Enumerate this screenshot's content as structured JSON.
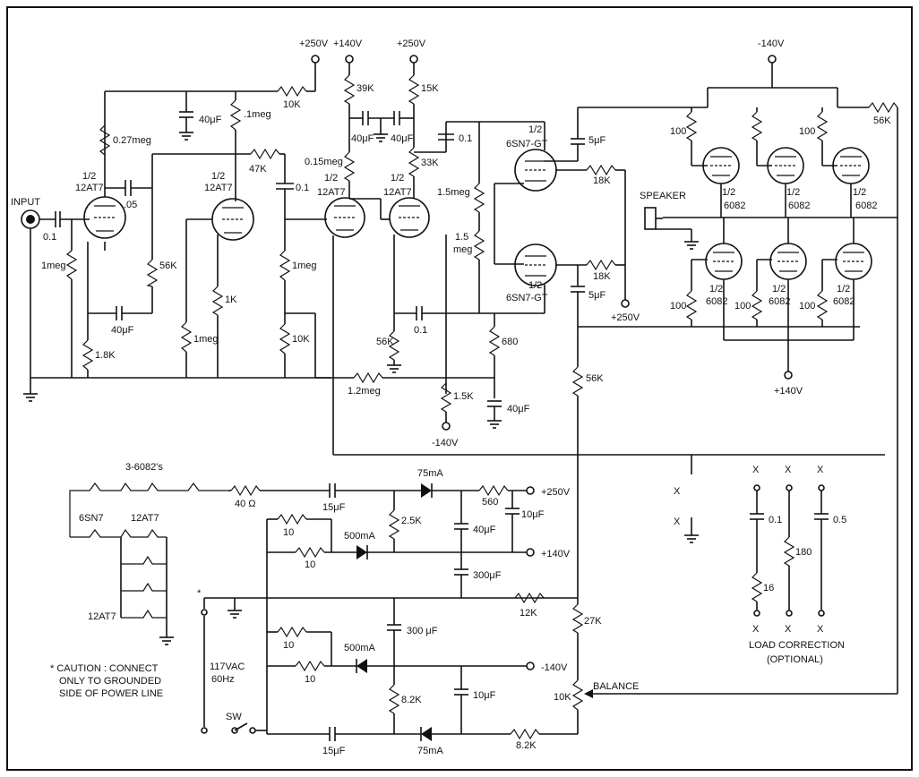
{
  "labels": {
    "input": "INPUT",
    "speaker": "SPEAKER",
    "balance": "BALANCE",
    "sw": "SW",
    "mains": "117VAC",
    "mains_freq": "60Hz",
    "caution_1": "* CAUTION : CONNECT",
    "caution_2": "ONLY TO GROUNDED",
    "caution_3": "SIDE OF POWER LINE",
    "load_correction": "LOAD CORRECTION",
    "optional": "(OPTIONAL)",
    "heater_string": "3-6082's",
    "x_mark": "X"
  },
  "supply": {
    "plus250": "+250V",
    "plus140": "+140V",
    "minus140": "-140V"
  },
  "tubes": {
    "half": "1/2",
    "t12at7": "12AT7",
    "t6sn7gt": "6SN7-GT",
    "t6082": "6082",
    "heater_6sn7": "6SN7",
    "heater_12at7": "12AT7"
  },
  "components": {
    "r_027meg": "0.27meg",
    "r_1meg": ".1meg",
    "r_1meg_full": "1meg",
    "r_10k": "10K",
    "r_39k": "39K",
    "r_15k": "15K",
    "r_47k": "47K",
    "r_56k": "56K",
    "r_1k": "1K",
    "r_18k": "1.8K",
    "r_015meg": "0.15meg",
    "r_33k": "33K",
    "r_15meg": "1.5meg",
    "r_15meg_a": "1.5",
    "r_15meg_b": "meg",
    "r_12meg": "1.2meg",
    "r_15k_small": "1.5K",
    "r_680": "680",
    "r_18k_b": "18K",
    "r_100": "100",
    "r_40ohm": "40 Ω",
    "r_10": "10",
    "r_25k": "2.5K",
    "r_560": "560",
    "r_12k": "12K",
    "r_27k": "27K",
    "r_82k": "8.2K",
    "r_16": "16",
    "r_180": "180",
    "c_01": "0.1",
    "c_05": ".05",
    "c_40uf": "40μF",
    "c_5uf": "5μF",
    "c_15uf": "15μF",
    "c_10uf": "10μF",
    "c_300uf": "300μF",
    "c_300uf_b": "300 μF",
    "c_0_5": "0.5",
    "d_75ma": "75mA",
    "d_500ma": "500mA"
  }
}
